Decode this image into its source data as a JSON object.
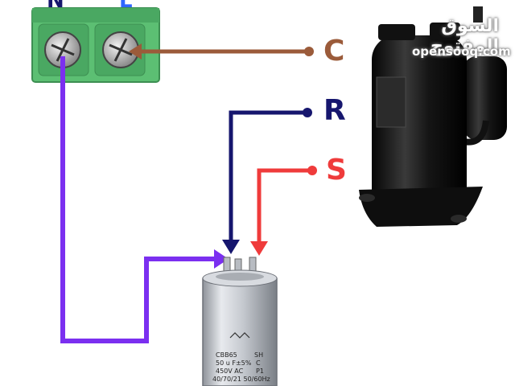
{
  "labels": {
    "neutral_top": "N",
    "line_top": "L",
    "common": "C",
    "run": "R",
    "start": "S"
  },
  "watermark": {
    "arabic": "السوق المفتوح",
    "latin": "opensooq.com"
  },
  "capacitor": {
    "model": "CBB65",
    "type": "SH",
    "capacitance": "50 u F±5%",
    "class": "C",
    "voltage": "450V AC",
    "protection": "P1",
    "rating": "40/70/21 50/60Hz"
  },
  "colors": {
    "common_wire": "#9b5b3a",
    "run_wire": "#16166e",
    "start_wire": "#ef3b3b",
    "neutral_wire": "#7b2ff0",
    "terminal_block": "#5cbf73",
    "compressor_body": "#1a1a1a",
    "capacitor_body": "#c9ccd1"
  },
  "icons": [
    "terminal-screw-icon",
    "arrow-head-icon",
    "wire-end-dot-icon"
  ]
}
